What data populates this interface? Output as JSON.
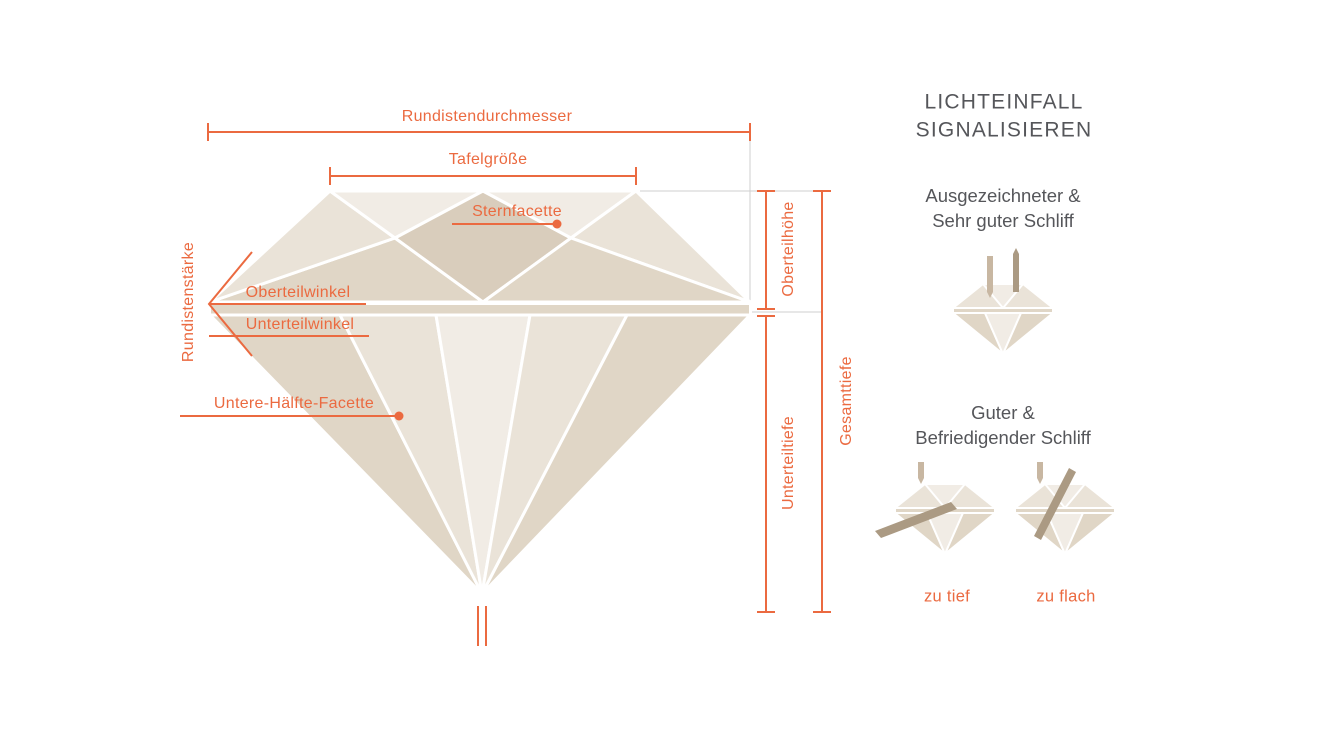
{
  "colors": {
    "accent": "#EB6A40",
    "gray": "#55565A",
    "d_lightest": "#F1ECE5",
    "d_light": "#EAE3D8",
    "d_mid": "#E0D6C6",
    "d_dark": "#D9CDBC",
    "ray_light": "#C8B7A2",
    "ray_dark": "#AB9A83"
  },
  "diagram": {
    "labels": {
      "girdle_diameter": "Rundistendurchmesser",
      "table_size": "Tafelgröße",
      "star_facet": "Sternfacette",
      "girdle_thickness": "Rundistenstärke",
      "crown_angle": "Oberteilwinkel",
      "pavilion_angle": "Unterteilwinkel",
      "lower_half_facet": "Untere-Hälfte-Facette",
      "crown_height": "Oberteilhöhe",
      "pavilion_depth": "Unterteiltiefe",
      "total_depth": "Gesamttiefe"
    }
  },
  "panel": {
    "title_line1": "LICHTEINFALL",
    "title_line2": "SIGNALISIEREN",
    "excellent_line1": "Ausgezeichneter &",
    "excellent_line2": "Sehr guter Schliff",
    "good_line1": "Guter &",
    "good_line2": "Befriedigender Schliff",
    "too_deep": "zu tief",
    "too_flat": "zu flach"
  }
}
